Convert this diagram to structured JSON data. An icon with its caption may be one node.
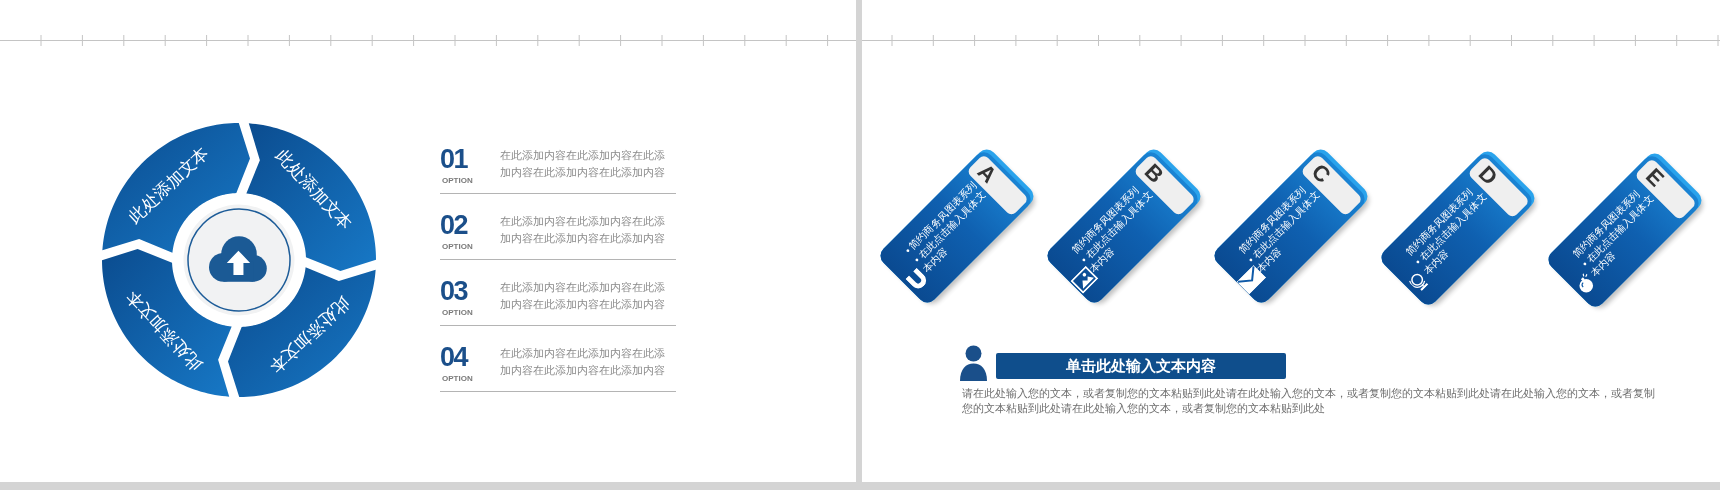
{
  "diagram": {
    "nodes": [
      {
        "text": [
          "此处添加文本"
        ]
      },
      {
        "text": [
          "此处添加文本"
        ]
      },
      {
        "text": [
          "此处添加文本"
        ]
      },
      {
        "text": [
          "此处添加文本"
        ]
      },
      {
        "text": [],
        "shape": "circle"
      },
      {
        "text": [
          "A",
          "• 简约商务风图表系列",
          "• 在此点击输入具体文本内容"
        ]
      },
      {
        "text": [
          "B",
          "简约商务风图表系列",
          "• 在此点击输入具体文本内容"
        ]
      },
      {
        "text": [
          "C",
          "简约商务风图表系列",
          "• 在此点击输入具体文本内容"
        ]
      },
      {
        "text": [
          "D",
          "简约商务风图表系列",
          "• 在此点击输入具体文本内容"
        ]
      },
      {
        "text": [
          "E",
          "简约商务风图表系列",
          "• 在此点击输入具体文本内容"
        ]
      },
      {
        "text": [
          "单击此处输入文本内容"
        ]
      }
    ],
    "labels": [
      "01",
      "OPTION",
      "在此添加内容在此添加内容在此添加内容在此添加内容在此添加内容",
      "02",
      "OPTION",
      "在此添加内容在此添加内容在此添加内容在此添加内容在此添加内容",
      "03",
      "OPTION",
      "在此添加内容在此添加内容在此添加内容在此添加内容在此添加内容",
      "04",
      "OPTION",
      "在此添加内容在此添加内容在此添加内容在此添加内容在此添加内容",
      "请在此处输入您的文本，或者复制您的文本粘贴到此处请在此处输入您的文本，或者复制您的文本粘贴到此处请在此处输入您的文本，或者复制您的文本粘贴到此处请在此处输入您的文本，或者复制您的文本粘贴到此处"
    ]
  }
}
